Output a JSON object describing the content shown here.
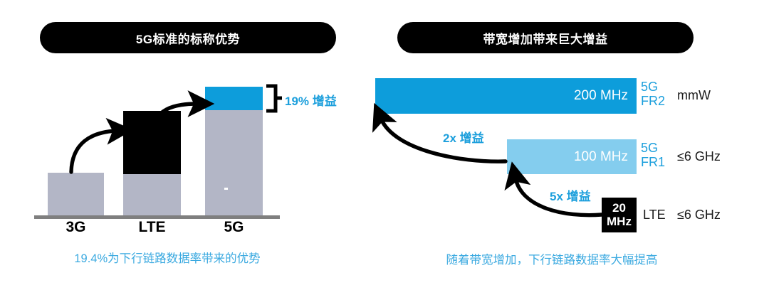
{
  "left_panel": {
    "title": "5G标准的标称优势",
    "caption": "19.4%为下行链路数据率带来的优势",
    "gain_annotation": "19% 增益",
    "chart_data": {
      "type": "bar",
      "title": "5G标准的标称优势",
      "categories": [
        "3G",
        "LTE",
        "5G"
      ],
      "series": [
        {
          "name": "gray-base",
          "color": "#b3b6c6",
          "values": [
            60,
            147,
            181
          ]
        },
        {
          "name": "black-increment",
          "color": "#000000",
          "values": [
            0,
            89,
            0
          ]
        },
        {
          "name": "blue-increment",
          "color": "#0d9ddb",
          "values": [
            0,
            0,
            33
          ]
        }
      ],
      "xlabel": "",
      "ylabel": "",
      "grid": false,
      "annotations": [
        "19% 增益"
      ]
    }
  },
  "right_panel": {
    "title": "带宽增加带来巨大增益",
    "caption": "随着带宽增加，下行链路数据率大幅提高",
    "chart_data": {
      "type": "bar",
      "title": "带宽增加带来巨大增益",
      "orientation": "horizontal",
      "categories": [
        "5G FR2",
        "5G FR1",
        "LTE"
      ],
      "values": [
        200,
        100,
        20
      ],
      "unit": "MHz",
      "value_labels": [
        "200 MHz",
        "100 MHz",
        "20 MHz"
      ],
      "bar_colors": [
        "#0d9ddb",
        "#84cdee",
        "#000000"
      ],
      "band_labels": [
        "mmW",
        "≤6 GHz",
        "≤6 GHz"
      ],
      "tech_labels": [
        "5G\nFR2",
        "5G\nFR1",
        "LTE"
      ],
      "gain_annotations": [
        "2x 增益",
        "5x 增益"
      ],
      "xlabel": "",
      "ylabel": "",
      "grid": false
    },
    "rows": [
      {
        "value_label": "200 MHz",
        "tech": "5G\nFR2",
        "band": "mmW"
      },
      {
        "value_label": "100 MHz",
        "tech": "5G\nFR1",
        "band": "≤6 GHz"
      },
      {
        "value_label": "20\nMHz",
        "tech": "LTE",
        "band": "≤6 GHz"
      }
    ],
    "box20_line1": "20",
    "box20_line2": "MHz",
    "gain_2x": "2x 增益",
    "gain_5x": "5x 增益"
  },
  "colors": {
    "accent_blue": "#0d9ddb",
    "light_blue": "#84cdee",
    "text_blue": "#1c9fdc",
    "gray_bar": "#b3b6c6",
    "black": "#000000",
    "baseline_gray": "#7f7f7f"
  }
}
